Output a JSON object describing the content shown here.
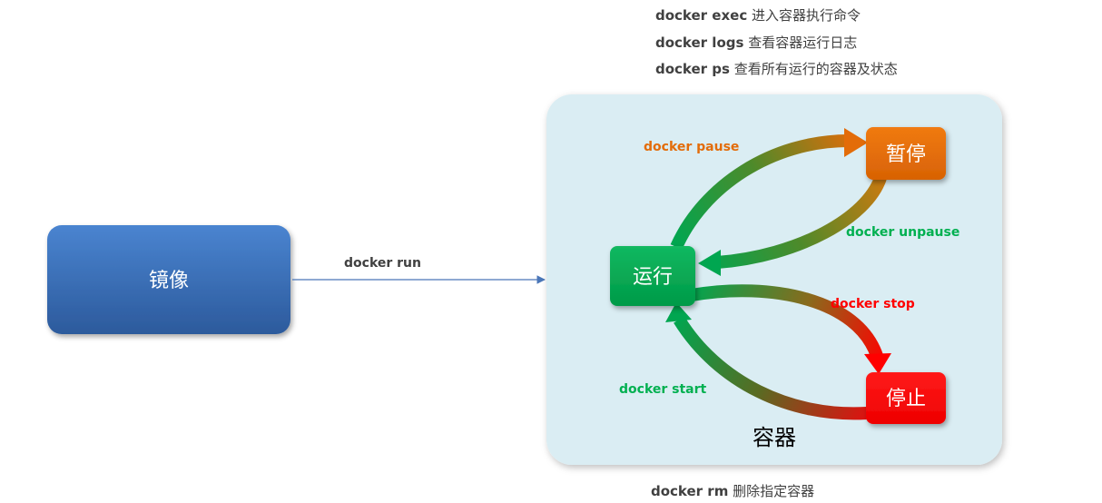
{
  "commands": {
    "exec": {
      "cmd": "docker exec",
      "desc": "进入容器执行命令"
    },
    "logs": {
      "cmd": "docker logs",
      "desc": "查看容器运行日志"
    },
    "ps": {
      "cmd": "docker ps",
      "desc": "查看所有运行的容器及状态"
    },
    "rm": {
      "cmd": "docker rm",
      "desc": "删除指定容器"
    }
  },
  "nodes": {
    "image": "镜像",
    "container": "容器",
    "running": "运行",
    "paused": "暂停",
    "stopped": "停止"
  },
  "transitions": {
    "run": "docker run",
    "pause": "docker pause",
    "unpause": "docker unpause",
    "stop": "docker stop",
    "start": "docker start"
  },
  "colors": {
    "image_box": "#3a6eb5",
    "container_bg": "#daedf3",
    "running_box": "#00a650",
    "paused_box": "#e36c09",
    "stopped_box": "#ff0000",
    "pause_label": "#e36c09",
    "unpause_label": "#00b050",
    "stop_label": "#ff0000",
    "start_label": "#00b050",
    "run_arrow": "#4a76b8"
  }
}
